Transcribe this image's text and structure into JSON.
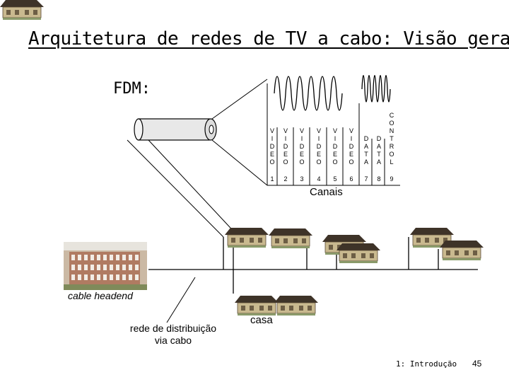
{
  "slide": {
    "title": "Arquitetura de redes de TV a cabo: Visão geral",
    "fdm_label": "FDM:",
    "channels_label": "Canais",
    "headend_label": "cable headend",
    "distribution_label_line1": "rede de distribuição",
    "distribution_label_line2": "via cabo",
    "home_label": "casa",
    "footer": "1: Introdução",
    "page_number": "45"
  },
  "channels": [
    {
      "number": "1",
      "letters": [
        "V",
        "I",
        "D",
        "E",
        "O"
      ]
    },
    {
      "number": "2",
      "letters": [
        "V",
        "I",
        "D",
        "E",
        "O"
      ]
    },
    {
      "number": "3",
      "letters": [
        "V",
        "I",
        "D",
        "E",
        "O"
      ]
    },
    {
      "number": "4",
      "letters": [
        "V",
        "I",
        "D",
        "E",
        "O"
      ]
    },
    {
      "number": "5",
      "letters": [
        "V",
        "I",
        "D",
        "E",
        "O"
      ]
    },
    {
      "number": "6",
      "letters": [
        "V",
        "I",
        "D",
        "E",
        "O"
      ]
    },
    {
      "number": "7",
      "letters": [
        "D",
        "A",
        "T",
        "A"
      ]
    },
    {
      "number": "8",
      "letters": [
        "D",
        "A",
        "T",
        "A"
      ]
    },
    {
      "number": "9",
      "letters": [
        "C",
        "O",
        "N",
        "T",
        "R",
        "O",
        "L"
      ]
    }
  ]
}
